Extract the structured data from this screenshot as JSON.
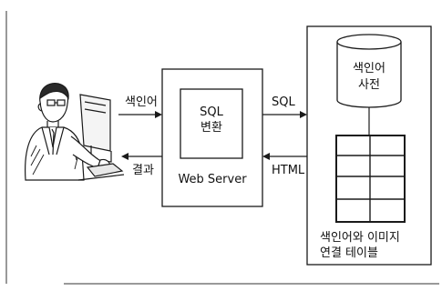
{
  "edge_labels": {
    "index_word": "색인어",
    "result": "결과",
    "sql": "SQL",
    "html": "HTML"
  },
  "web_server": {
    "label": "Web Server",
    "inner_line1": "SQL",
    "inner_line2": "변환"
  },
  "database": {
    "dictionary_line1": "색인어",
    "dictionary_line2": "사전",
    "table_caption_line1": "색인어와 이미지",
    "table_caption_line2": "연결 테이블"
  },
  "colors": {
    "line": "#1a1a1a",
    "background": "#ffffff"
  },
  "icons": {
    "user": "person-at-computer-icon"
  }
}
